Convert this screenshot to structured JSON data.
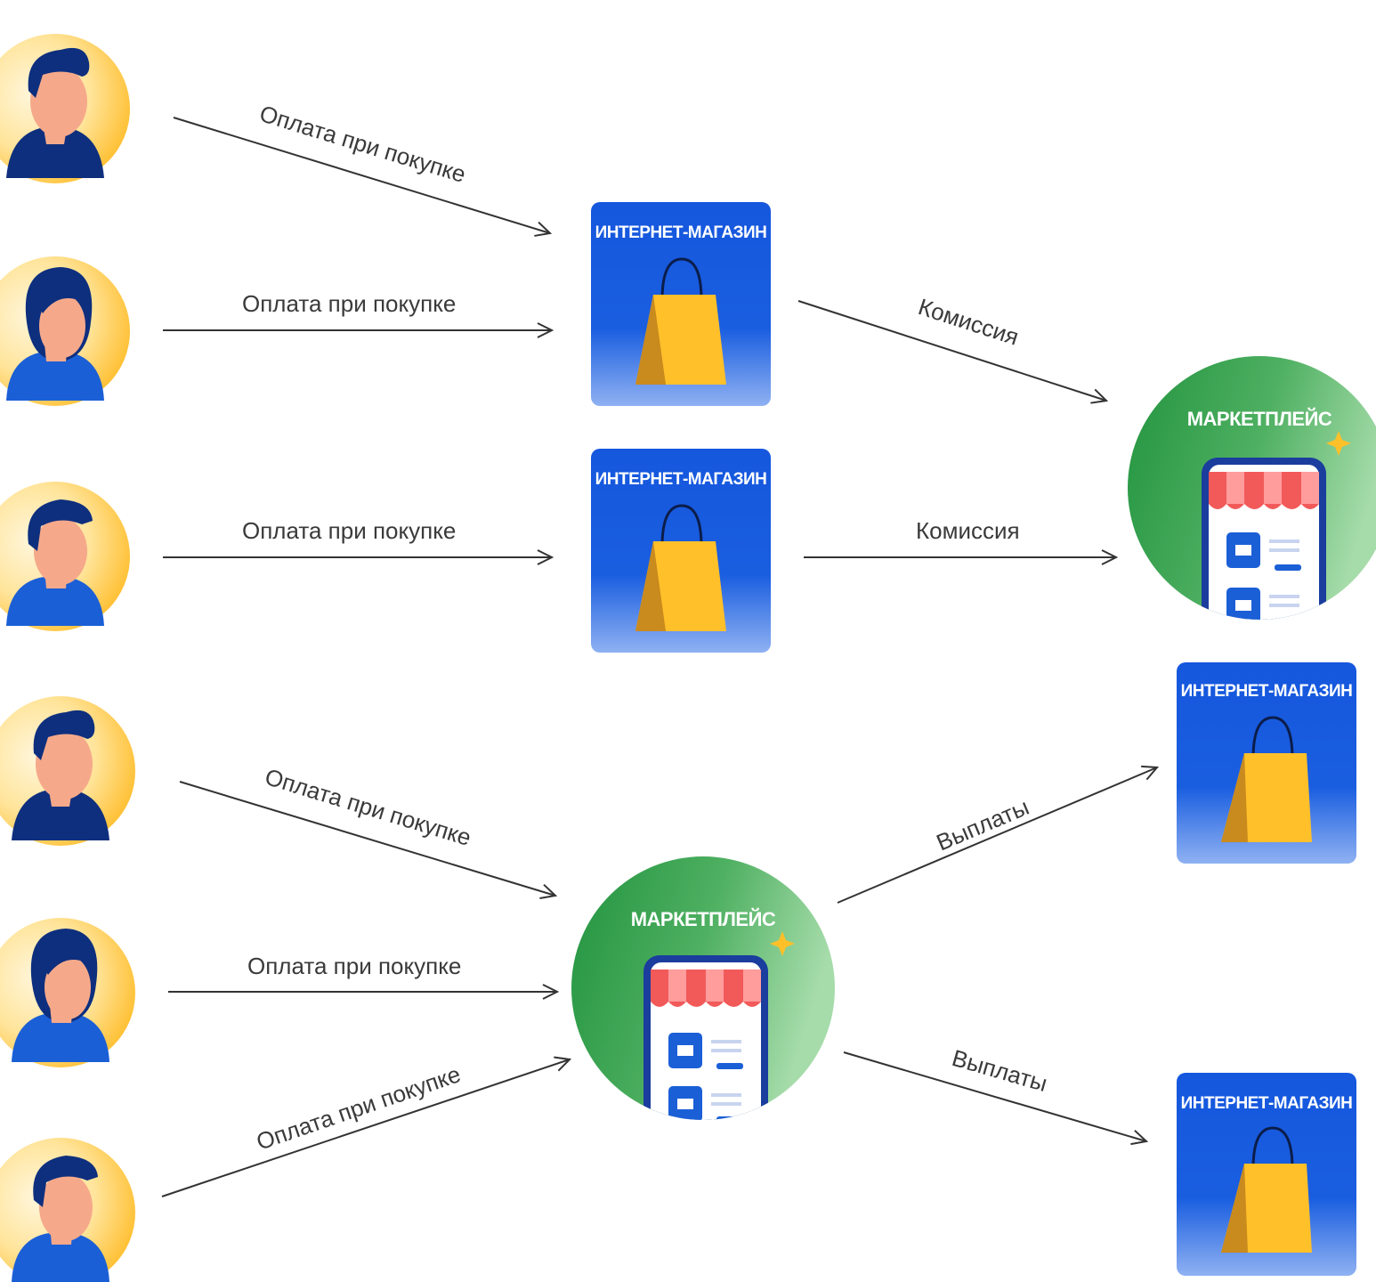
{
  "colors": {
    "store_blue": "#1557dd",
    "store_blue_light": "#7fa6f0",
    "bag_yellow": "#ffc02a",
    "bag_shadow": "#c98a1e",
    "marketplace_green": "#2e9e4a",
    "marketplace_green_light": "#93d09a",
    "avatar_bg": "#ffd36a",
    "skin": "#f6a98a",
    "hair": "#0e2f7e",
    "shirt": "#1b5fd6",
    "arrow": "#333333"
  },
  "top_scheme": {
    "buyers": [
      {
        "icon": "male-buyer-icon"
      },
      {
        "icon": "female-buyer-icon"
      },
      {
        "icon": "male-buyer-icon"
      }
    ],
    "payments": [
      "Оплата при покупке",
      "Оплата при покупке",
      "Оплата при покупке"
    ],
    "stores": [
      {
        "title": "ИНТЕРНЕТ-МАГАЗИН"
      },
      {
        "title": "ИНТЕРНЕТ-МАГАЗИН"
      }
    ],
    "commissions": [
      "Комиссия",
      "Комиссия"
    ],
    "marketplace": {
      "title": "МАРКЕТПЛЕЙС"
    }
  },
  "bottom_scheme": {
    "buyers": [
      {
        "icon": "male-buyer-icon"
      },
      {
        "icon": "female-buyer-icon"
      },
      {
        "icon": "male-buyer-icon"
      }
    ],
    "payments": [
      "Оплата при покупке",
      "Оплата при покупке",
      "Оплата при покупке"
    ],
    "marketplace": {
      "title": "МАРКЕТПЛЕЙС"
    },
    "payouts": [
      "Выплаты",
      "Выплаты"
    ],
    "stores": [
      {
        "title": "ИНТЕРНЕТ-МАГАЗИН"
      },
      {
        "title": "ИНТЕРНЕТ-МАГАЗИН"
      }
    ]
  }
}
